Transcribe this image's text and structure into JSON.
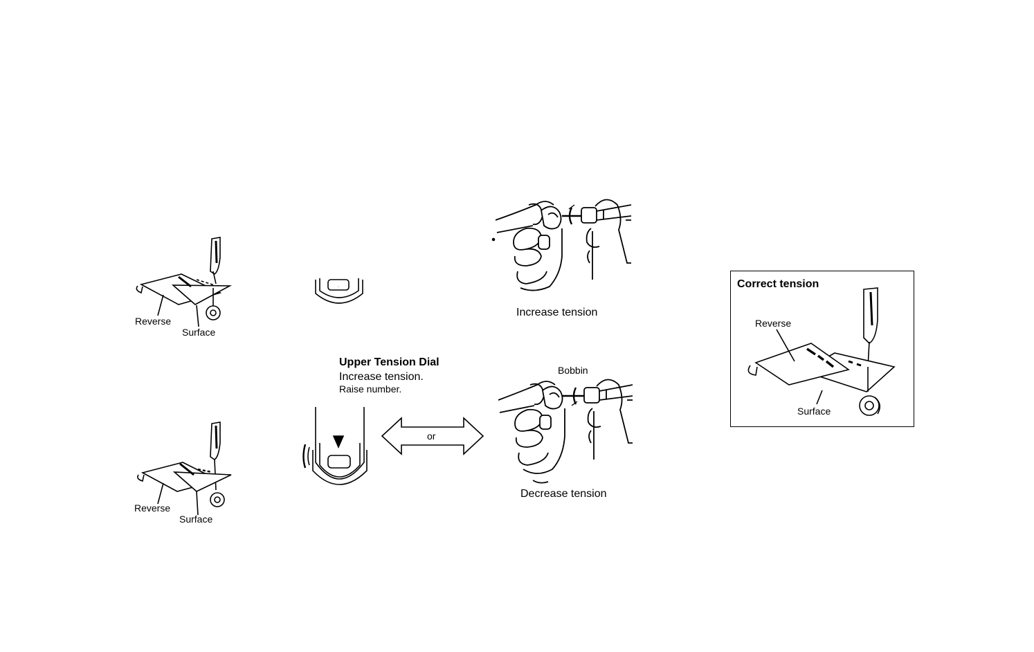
{
  "top_left_fabric": {
    "reverse_label": "Reverse",
    "surface_label": "Surface"
  },
  "bottom_left_fabric": {
    "reverse_label": "Reverse",
    "surface_label": "Surface"
  },
  "upper_tension_dial": {
    "title": "Upper Tension Dial",
    "line1": "Increase tension.",
    "line2": "Raise number."
  },
  "arrow_label": "or",
  "bobbin_top": {
    "caption": "Increase tension"
  },
  "bobbin_bottom": {
    "label": "Bobbin",
    "caption": "Decrease tension"
  },
  "correct_panel": {
    "title": "Correct tension",
    "reverse_label": "Reverse",
    "surface_label": "Surface"
  }
}
